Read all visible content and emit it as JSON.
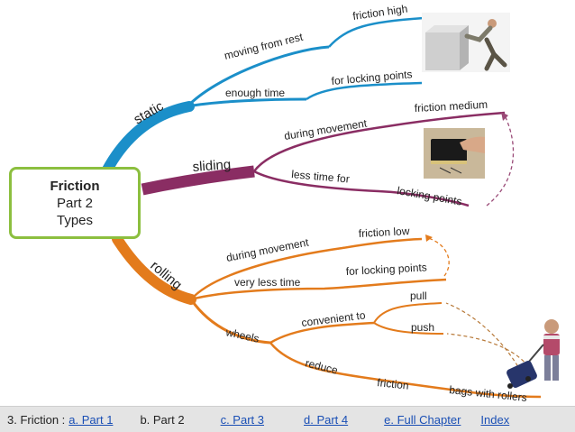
{
  "center": {
    "title": "Friction",
    "line2": "Part 2",
    "line3": "Types"
  },
  "branches": {
    "static": {
      "label": "static",
      "sub1": "moving from rest",
      "sub1_leaf": "friction high",
      "sub2": "enough time",
      "sub2_leaf": "for locking points"
    },
    "sliding": {
      "label": "sliding",
      "sub1": "during movement",
      "sub1_leaf": "friction medium",
      "sub2": "less time for",
      "sub2_leaf": "locking points"
    },
    "rolling": {
      "label": "rolling",
      "sub1": "during movement",
      "sub1_leaf": "friction low",
      "sub2": "very less time",
      "sub2_leaf": "for locking points",
      "sub3": "wheels",
      "sub3_a": "convenient to",
      "sub3_a_leaf1": "pull",
      "sub3_a_leaf2": "push",
      "sub3_b": "reduce",
      "sub3_b_mid": "friction",
      "sub3_b_leaf": "bags with rollers"
    }
  },
  "colors": {
    "static": "#1b8fc9",
    "sliding": "#8a2d63",
    "rolling": "#e37b1c",
    "center_border": "#8cbf3f",
    "link": "#1a4fb5"
  },
  "footer": {
    "prefix": "3. Friction :",
    "part1": "a. Part 1",
    "part2": "b. Part 2",
    "part3": "c. Part 3",
    "part4": "d. Part 4",
    "full": "e. Full Chapter",
    "index": "Index"
  }
}
